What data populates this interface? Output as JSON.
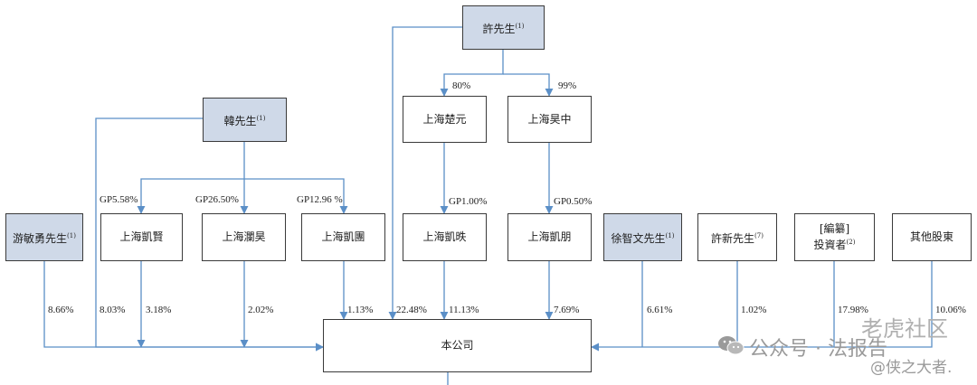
{
  "diagram": {
    "boxes": {
      "xu": {
        "label": "許先生",
        "note": "(1)"
      },
      "han": {
        "label": "韓先生",
        "note": "(1)"
      },
      "chuyuan": {
        "label": "上海楚元"
      },
      "haozhong": {
        "label": "上海昊中"
      },
      "you": {
        "label": "游敏勇先生",
        "note": "(1)"
      },
      "kaixian": {
        "label": "上海凱賢"
      },
      "lanhao": {
        "label": "上海瀾昊"
      },
      "kaituan": {
        "label": "上海凱團"
      },
      "kaiyi": {
        "label": "上海凱昳"
      },
      "kaipeng": {
        "label": "上海凱朋"
      },
      "xuzhiwen": {
        "label": "徐智文先生",
        "note": "(1)"
      },
      "xuxin": {
        "label": "許新先生",
        "note": "(7)"
      },
      "redacted_line1": "[編纂]",
      "redacted_line2": "投資者",
      "redacted_note": "(2)",
      "others": {
        "label": "其他股東"
      },
      "company": {
        "label": "本公司"
      }
    },
    "percentages": {
      "p_chuyuan": "80%",
      "p_haozhong": "99%",
      "p_kaixian_gp": "GP5.58%",
      "p_lanhao_gp": "GP26.50%",
      "p_kaituan_gp": "GP12.96 %",
      "p_kaiyi_gp": "GP1.00%",
      "p_kaipeng_gp": "GP0.50%",
      "p_you": "8.66%",
      "p_han": "8.03%",
      "p_kaixian": "3.18%",
      "p_lanhao": "2.02%",
      "p_kaituan": "1.13%",
      "p_xu": "22.48%",
      "p_kaiyi": "11.13%",
      "p_kaipeng": "7.69%",
      "p_xuzhiwen": "6.61%",
      "p_xuxin": "1.02%",
      "p_investors": "17.98%",
      "p_others": "10.06%"
    }
  },
  "watermark": {
    "channel": "公众号 · 法报告",
    "forum": "老虎社区",
    "handle": "@侠之大者.",
    "icon": "wechat-icon"
  },
  "colors": {
    "person_fill": "#cfd9e8",
    "line": "#5b8fc7",
    "border": "#3a3a3a"
  }
}
